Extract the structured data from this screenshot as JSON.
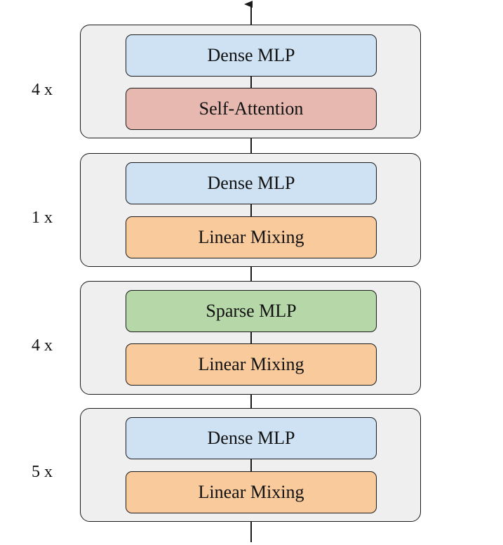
{
  "colors": {
    "dense_mlp": "#cfe2f3",
    "sparse_mlp": "#b6d7a8",
    "self_attention": "#e6b8af",
    "linear_mixing": "#f9cb9c",
    "stage_background": "#efefef",
    "stroke": "#1a1a1a"
  },
  "stages": [
    {
      "repeat": "4 x",
      "top_layer": {
        "label": "Dense MLP",
        "kind": "dense_mlp"
      },
      "bottom_layer": {
        "label": "Self-Attention",
        "kind": "self_attention"
      }
    },
    {
      "repeat": "1 x",
      "top_layer": {
        "label": "Dense MLP",
        "kind": "dense_mlp"
      },
      "bottom_layer": {
        "label": "Linear Mixing",
        "kind": "linear_mixing"
      }
    },
    {
      "repeat": "4 x",
      "top_layer": {
        "label": "Sparse MLP",
        "kind": "sparse_mlp"
      },
      "bottom_layer": {
        "label": "Linear Mixing",
        "kind": "linear_mixing"
      }
    },
    {
      "repeat": "5 x",
      "top_layer": {
        "label": "Dense MLP",
        "kind": "dense_mlp"
      },
      "bottom_layer": {
        "label": "Linear Mixing",
        "kind": "linear_mixing"
      }
    }
  ]
}
